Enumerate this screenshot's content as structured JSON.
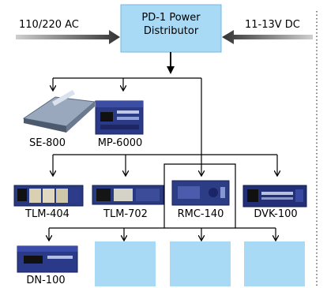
{
  "distributor": {
    "line1": "PD-1 Power",
    "line2": "Distributor"
  },
  "inputs": {
    "ac": "110/220 AC",
    "dc": "11-13V DC"
  },
  "devices": {
    "se800": {
      "label": "SE-800",
      "icon": "video-switcher-icon"
    },
    "mp6000": {
      "label": "MP-6000",
      "icon": "multi-processor-icon"
    },
    "tlm404": {
      "label": "TLM-404",
      "icon": "quad-monitor-icon"
    },
    "tlm702": {
      "label": "TLM-702",
      "icon": "dual-monitor-icon"
    },
    "rmc140": {
      "label": "RMC-140",
      "icon": "remote-controller-icon"
    },
    "dvk100": {
      "label": "DVK-100",
      "icon": "video-keyer-icon"
    },
    "dn100": {
      "label": "DN-100",
      "icon": "recorder-icon"
    }
  },
  "colors": {
    "box_fill": "#a8daf5",
    "box_border": "#6fb8e0",
    "wire": "#000000",
    "divider": "#555555"
  }
}
